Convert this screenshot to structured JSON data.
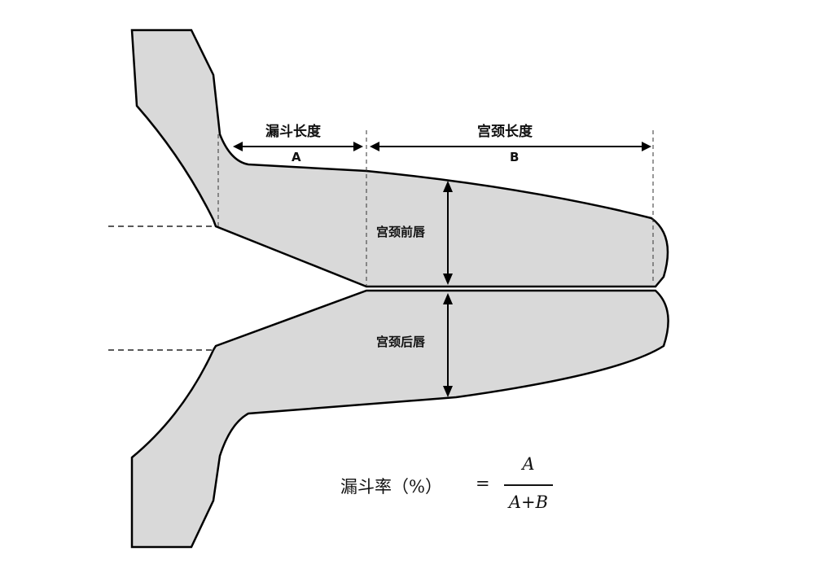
{
  "labels": {
    "funnel_length": "漏斗长度",
    "funnel_letter": "A",
    "cervix_length": "宫颈长度",
    "cervix_letter": "B",
    "anterior_lip": "宫颈前唇",
    "posterior_lip": "宫颈后唇"
  },
  "formula": {
    "lhs": "漏斗率（%）",
    "equals": "=",
    "numerator": "A",
    "denominator": "A+B"
  },
  "colors": {
    "tissue_fill": "#d9d9d9",
    "outline": "#000000",
    "background": "#ffffff"
  }
}
